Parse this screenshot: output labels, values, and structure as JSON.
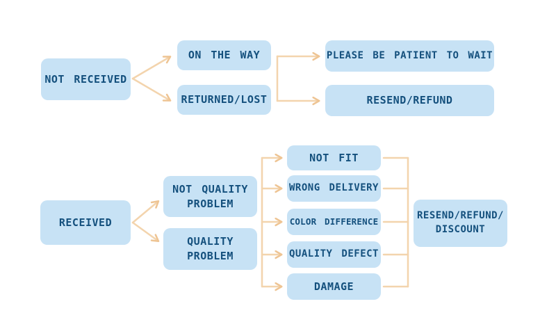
{
  "colors": {
    "box_fill": "#c7e2f5",
    "box_text": "#14507d",
    "connector_line": "#f3d4ad",
    "arrowhead": "#eec493",
    "background": "#ffffff"
  },
  "flowchart": {
    "top": {
      "root": {
        "label": "NOT RECEIVED"
      },
      "branches": [
        {
          "label": "ON THE WAY"
        },
        {
          "label": "RETURNED/LOST"
        }
      ],
      "outcomes": [
        {
          "label": "PLEASE BE PATIENT TO WAIT"
        },
        {
          "label": "RESEND/REFUND"
        }
      ]
    },
    "bottom": {
      "root": {
        "label": "RECEIVED"
      },
      "branches": [
        {
          "label": "NOT QUALITY\nPROBLEM"
        },
        {
          "label": "QUALITY\nPROBLEM"
        }
      ],
      "reasons": [
        {
          "label": "NOT FIT"
        },
        {
          "label": "WRONG DELIVERY"
        },
        {
          "label": "COLOR DIFFERENCE"
        },
        {
          "label": "QUALITY DEFECT"
        },
        {
          "label": "DAMAGE"
        }
      ],
      "outcome": {
        "label": "RESEND/REFUND/\nDISCOUNT"
      }
    },
    "edges": [
      {
        "from": "NOT RECEIVED",
        "to": "ON THE WAY"
      },
      {
        "from": "NOT RECEIVED",
        "to": "RETURNED/LOST"
      },
      {
        "from": "branch-bracket-top",
        "to": "PLEASE BE PATIENT TO WAIT"
      },
      {
        "from": "branch-bracket-top",
        "to": "RESEND/REFUND"
      },
      {
        "from": "RECEIVED",
        "to": "NOT QUALITY PROBLEM"
      },
      {
        "from": "RECEIVED",
        "to": "QUALITY PROBLEM"
      },
      {
        "from": "branch-bracket-bottom",
        "to": "NOT FIT"
      },
      {
        "from": "branch-bracket-bottom",
        "to": "WRONG DELIVERY"
      },
      {
        "from": "branch-bracket-bottom",
        "to": "COLOR DIFFERENCE"
      },
      {
        "from": "branch-bracket-bottom",
        "to": "QUALITY DEFECT"
      },
      {
        "from": "branch-bracket-bottom",
        "to": "DAMAGE"
      },
      {
        "from": "reasons",
        "to": "RESEND/REFUND/DISCOUNT"
      }
    ]
  }
}
